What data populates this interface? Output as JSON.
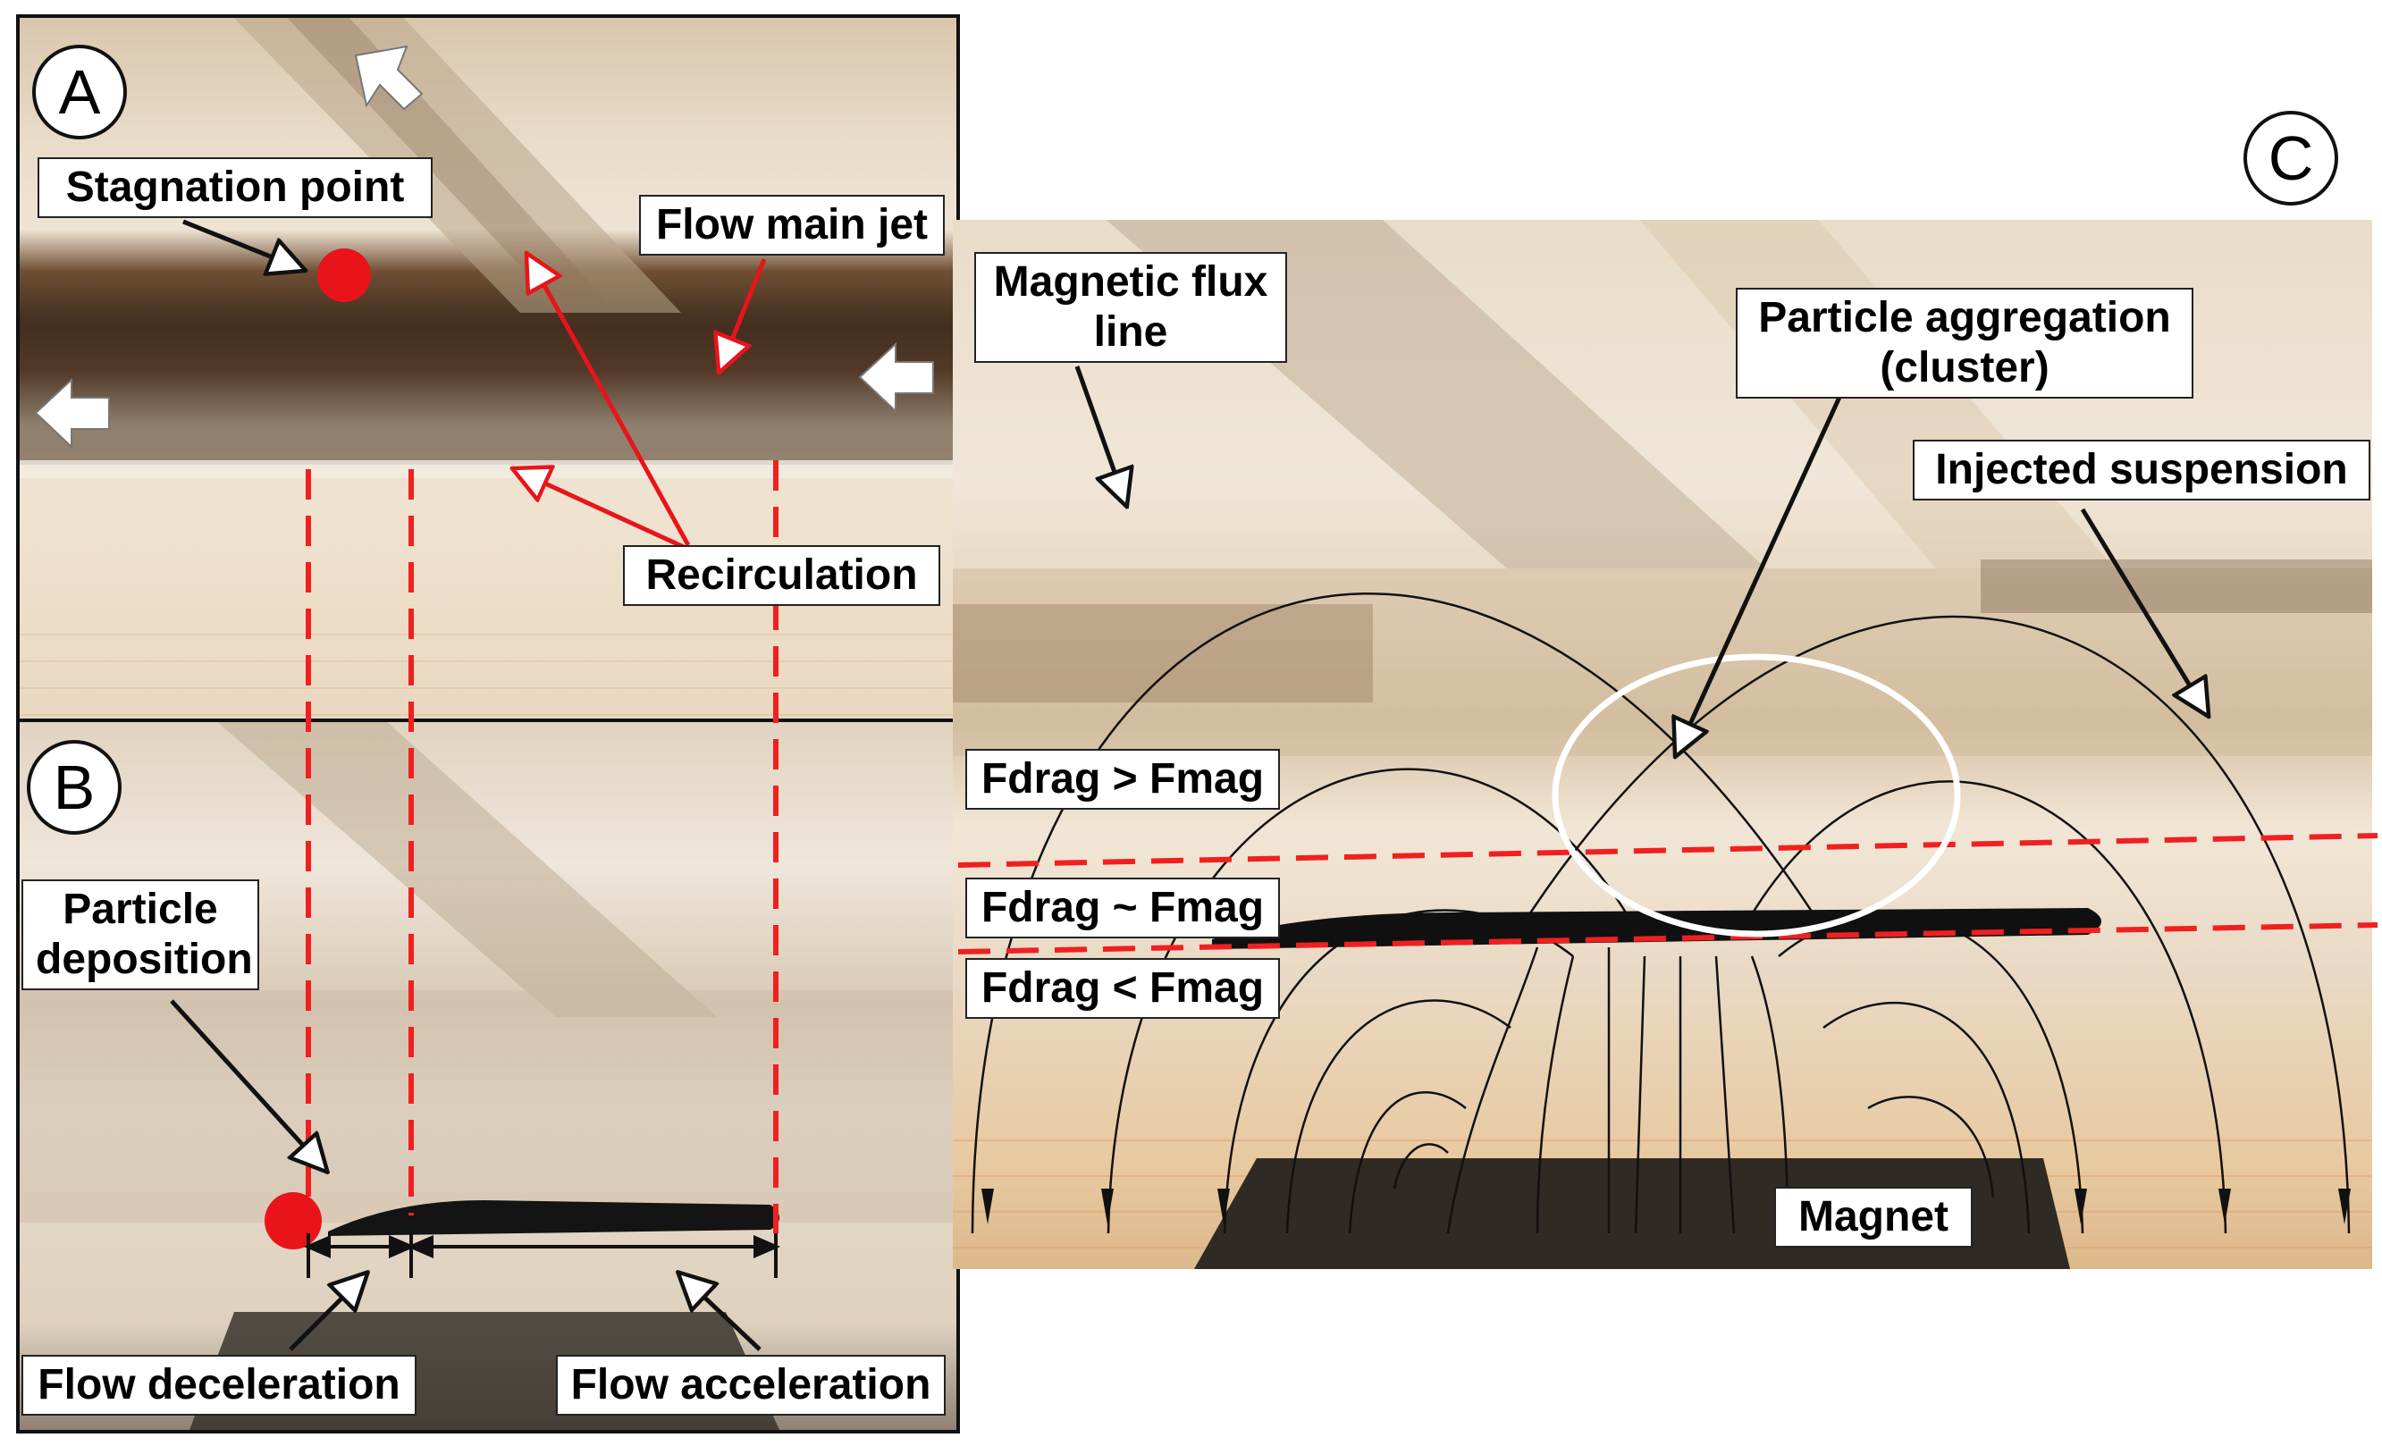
{
  "panels": {
    "a": {
      "tag": "A",
      "stagnation_point": "Stagnation point",
      "flow_main_jet": "Flow main jet",
      "recirculation": "Recirculation"
    },
    "b": {
      "tag": "B",
      "particle_deposition": "Particle\ndeposition",
      "flow_deceleration": "Flow deceleration",
      "flow_acceleration": "Flow acceleration"
    },
    "c": {
      "tag": "C",
      "magnetic_flux_line": "Magnetic flux\nline",
      "particle_aggregation": "Particle aggregation\n(cluster)",
      "injected_suspension": "Injected suspension",
      "fdrag_gt": "Fdrag > Fmag",
      "fdrag_approx": "Fdrag ~ Fmag",
      "fdrag_lt": "Fdrag < Fmag",
      "magnet": "Magnet"
    }
  },
  "colors": {
    "red_marker": "#e8141a",
    "dashed_line": "#f02020",
    "arrow_black": "#111111",
    "ellipse": "#ffffff"
  }
}
